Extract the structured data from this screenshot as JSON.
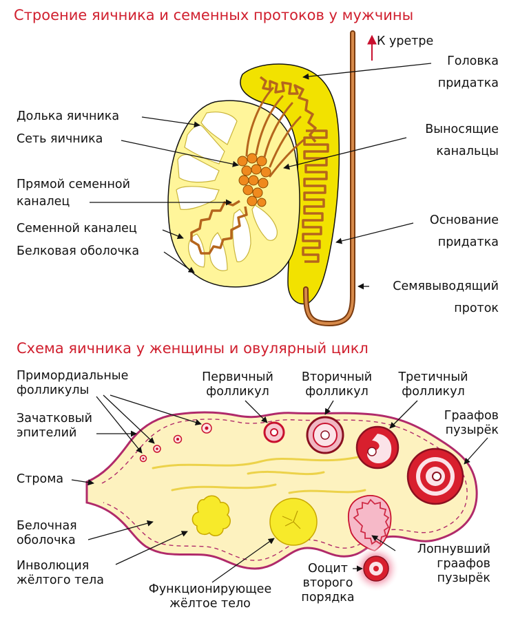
{
  "colors": {
    "title": "#d01f2e",
    "testis_fill": "#fff59a",
    "epididymis_fill": "#f2e200",
    "tubule": "#b5651d",
    "rete": "#ef8a1e",
    "ovary_fill": "#fdf2bf",
    "ovary_border": "#b02a6a",
    "follicle_red": "#c8102e",
    "corpus_luteum": "#f7ea2a",
    "arrow": "#111111"
  },
  "male": {
    "title": "Строение яичника и семенных протоков у мужчины",
    "to_urethra": "К уретре",
    "head_line1": "Головка",
    "head_line2": "придатка",
    "lobule": "Долька яичника",
    "rete": "Сеть яичника",
    "straight_line1": "Прямой семенной",
    "straight_line2": "каналец",
    "efferent_line1": "Выносящие",
    "efferent_line2": "канальцы",
    "base_line1": "Основание",
    "base_line2": "придатка",
    "seminiferous": "Семенной каналец",
    "albuginea": "Белковая оболочка",
    "deferent_line1": "Семявыводящий",
    "deferent_line2": "проток"
  },
  "female": {
    "title": "Схема яичника у женщины и овулярный цикл",
    "primordial_line1": "Примордиальные",
    "primordial_line2": "фолликулы",
    "primary_line1": "Первичный",
    "primary_line2": "фолликул",
    "secondary_line1": "Вторичный",
    "secondary_line2": "фолликул",
    "tertiary_line1": "Третичный",
    "tertiary_line2": "фолликул",
    "germinal_line1": "Зачатковый",
    "germinal_line2": "эпителий",
    "graafian_line1": "Граафов",
    "graafian_line2": "пузырёк",
    "stroma": "Строма",
    "albuginea_line1": "Белочная",
    "albuginea_line2": "оболочка",
    "involution_line1": "Инволюция",
    "involution_line2": "жёлтого тела",
    "burst_line1": "Лопнувший",
    "burst_line2": "граафов",
    "burst_line3": "пузырёк",
    "oocyte_line1": "Ооцит",
    "oocyte_line2": "второго",
    "oocyte_line3": "порядка",
    "functioning_line1": "Функционирующее",
    "functioning_line2": "жёлтое тело"
  }
}
